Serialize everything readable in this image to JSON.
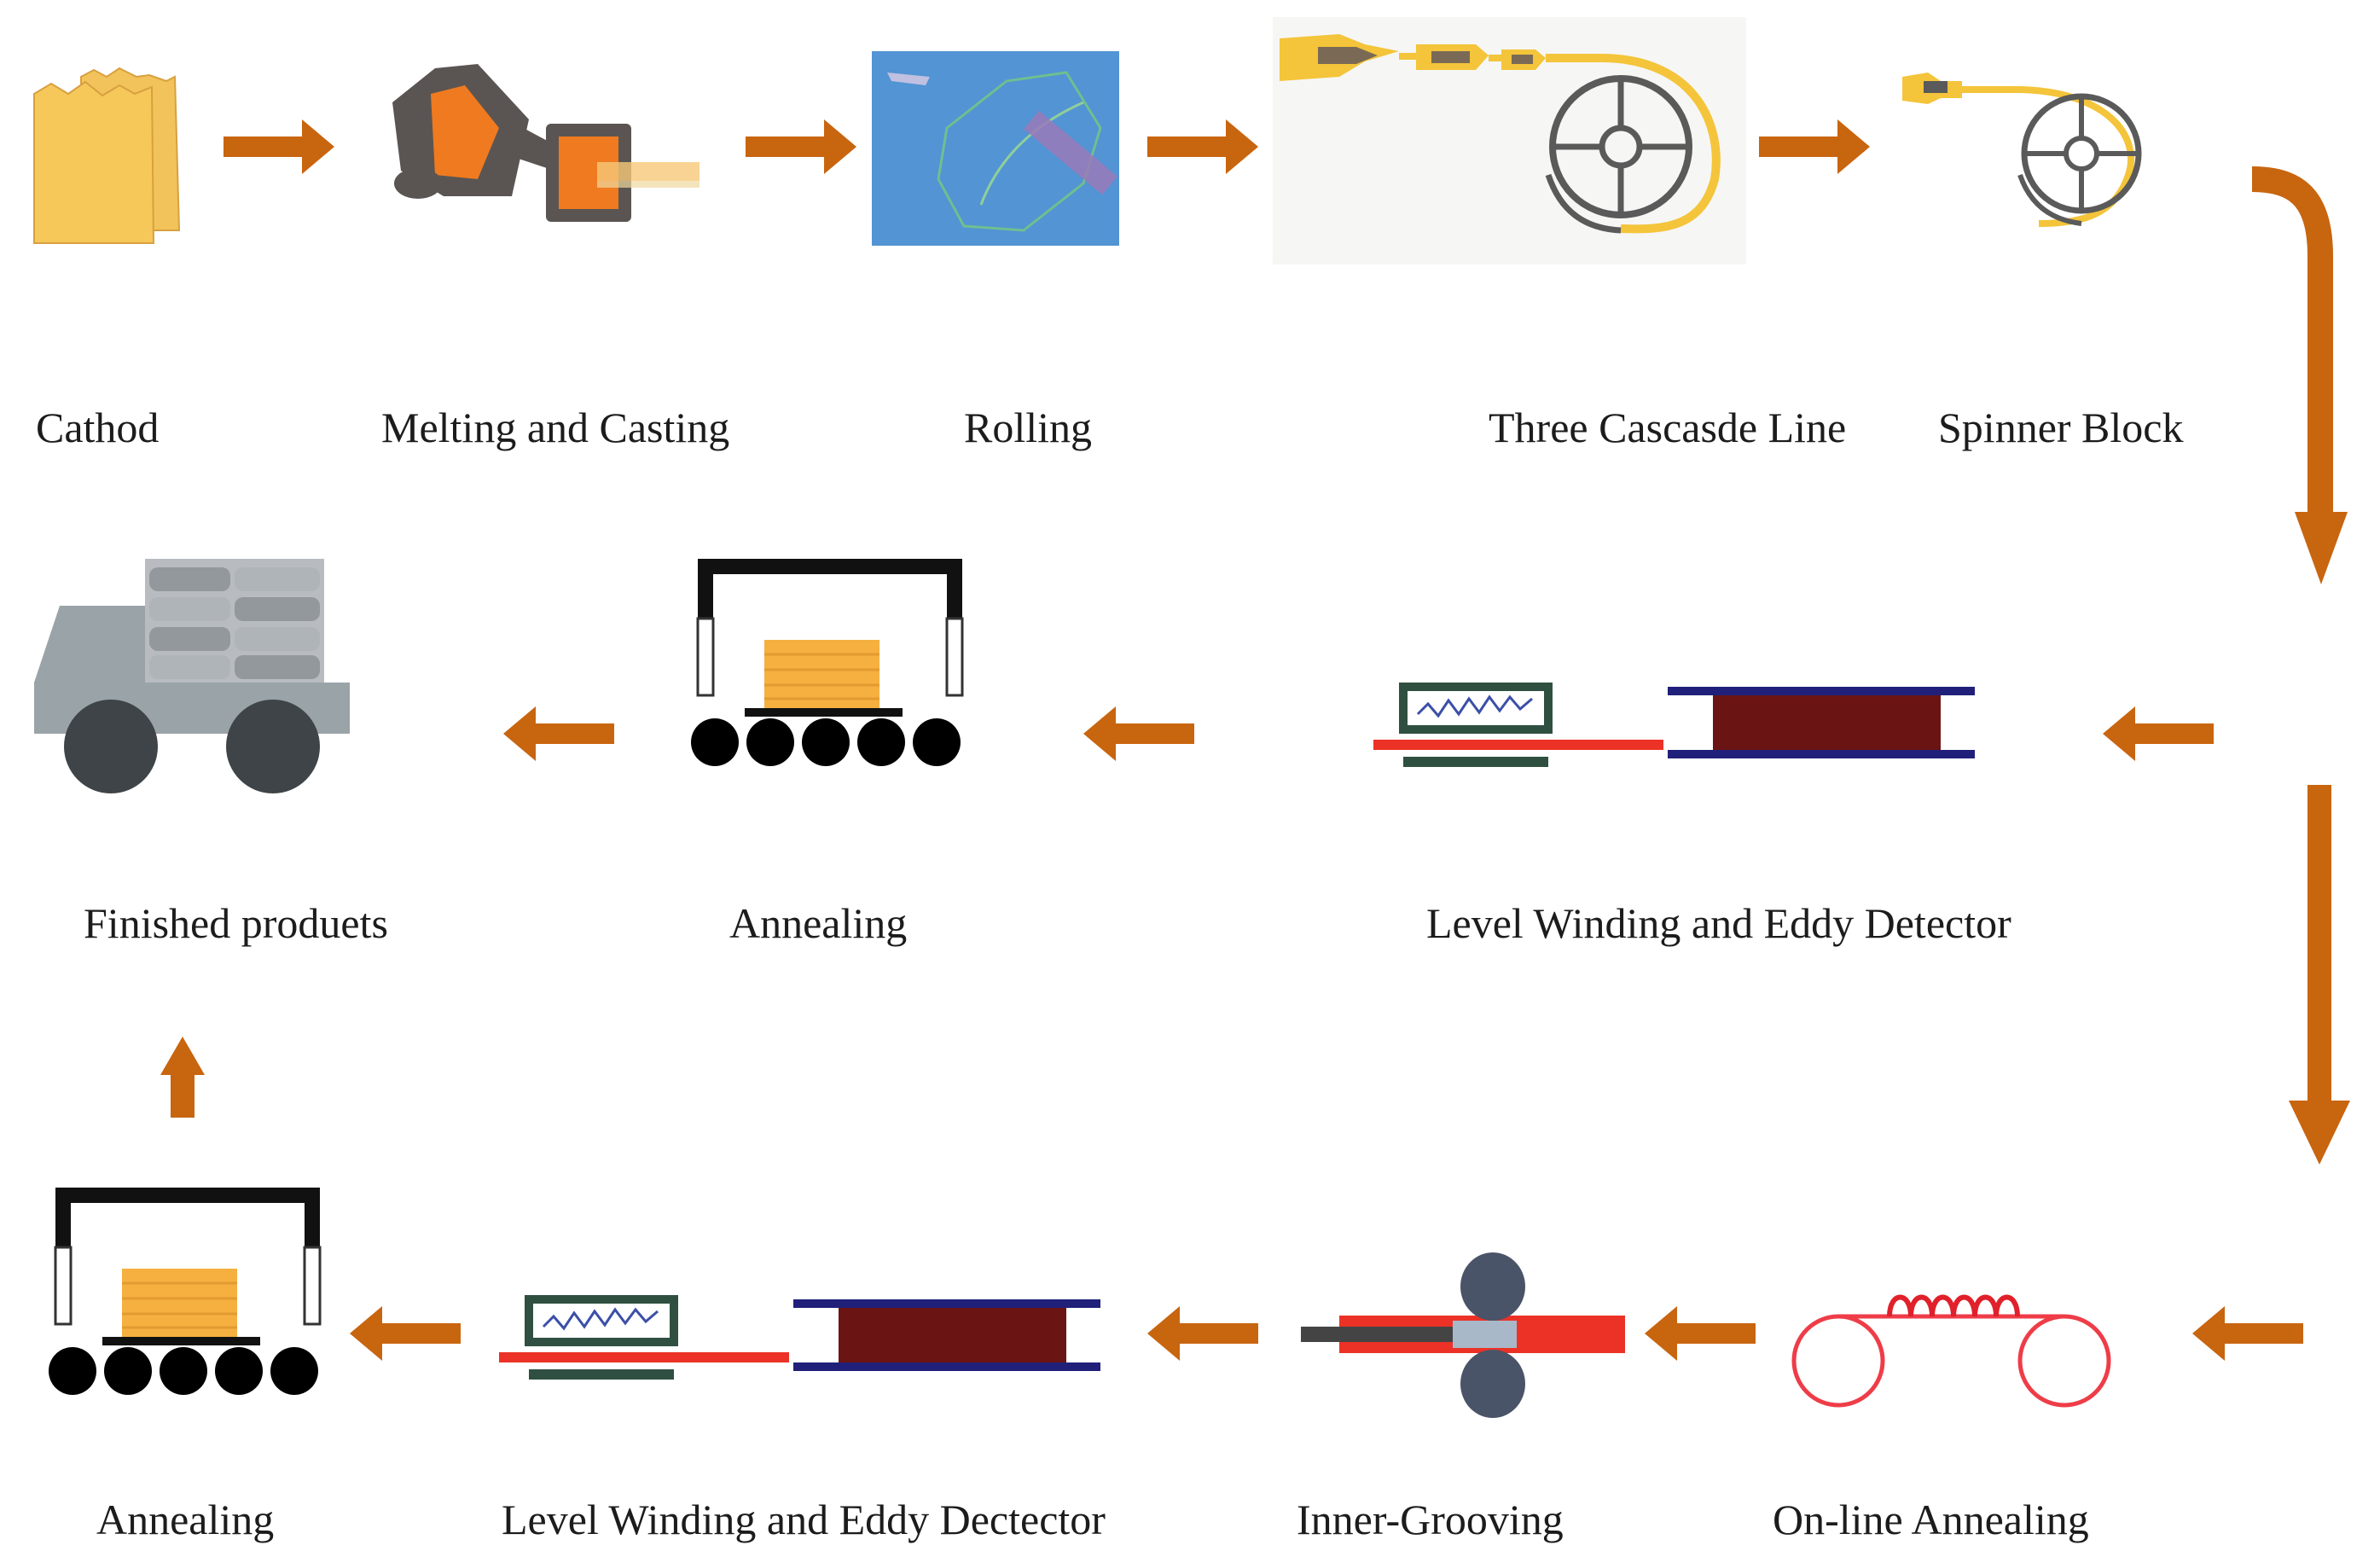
{
  "colors": {
    "arrow": "#c8650f",
    "copper": "#f07a1f",
    "gold": "#f6c85a",
    "dark": "#5a5552",
    "coil": "#6b1414",
    "navy": "#20207a",
    "wire": "#ec3226",
    "red_coil": "#ee3d48"
  },
  "steps": {
    "cathode": "Cathod",
    "melting": "Melting and Casting",
    "rolling": "Rolling",
    "cascade": "Three Cascasde Line",
    "spinner": "Spinner Block",
    "winding1": "Level Winding and Eddy Detector",
    "annealing1": "Annealing",
    "finished": "Finished produets",
    "online_annealing": "On-line Annealing",
    "inner_grooving": "Inner-Grooving",
    "winding2": "Level Winding and Eddy Dectector",
    "annealing2": "Annealing"
  }
}
